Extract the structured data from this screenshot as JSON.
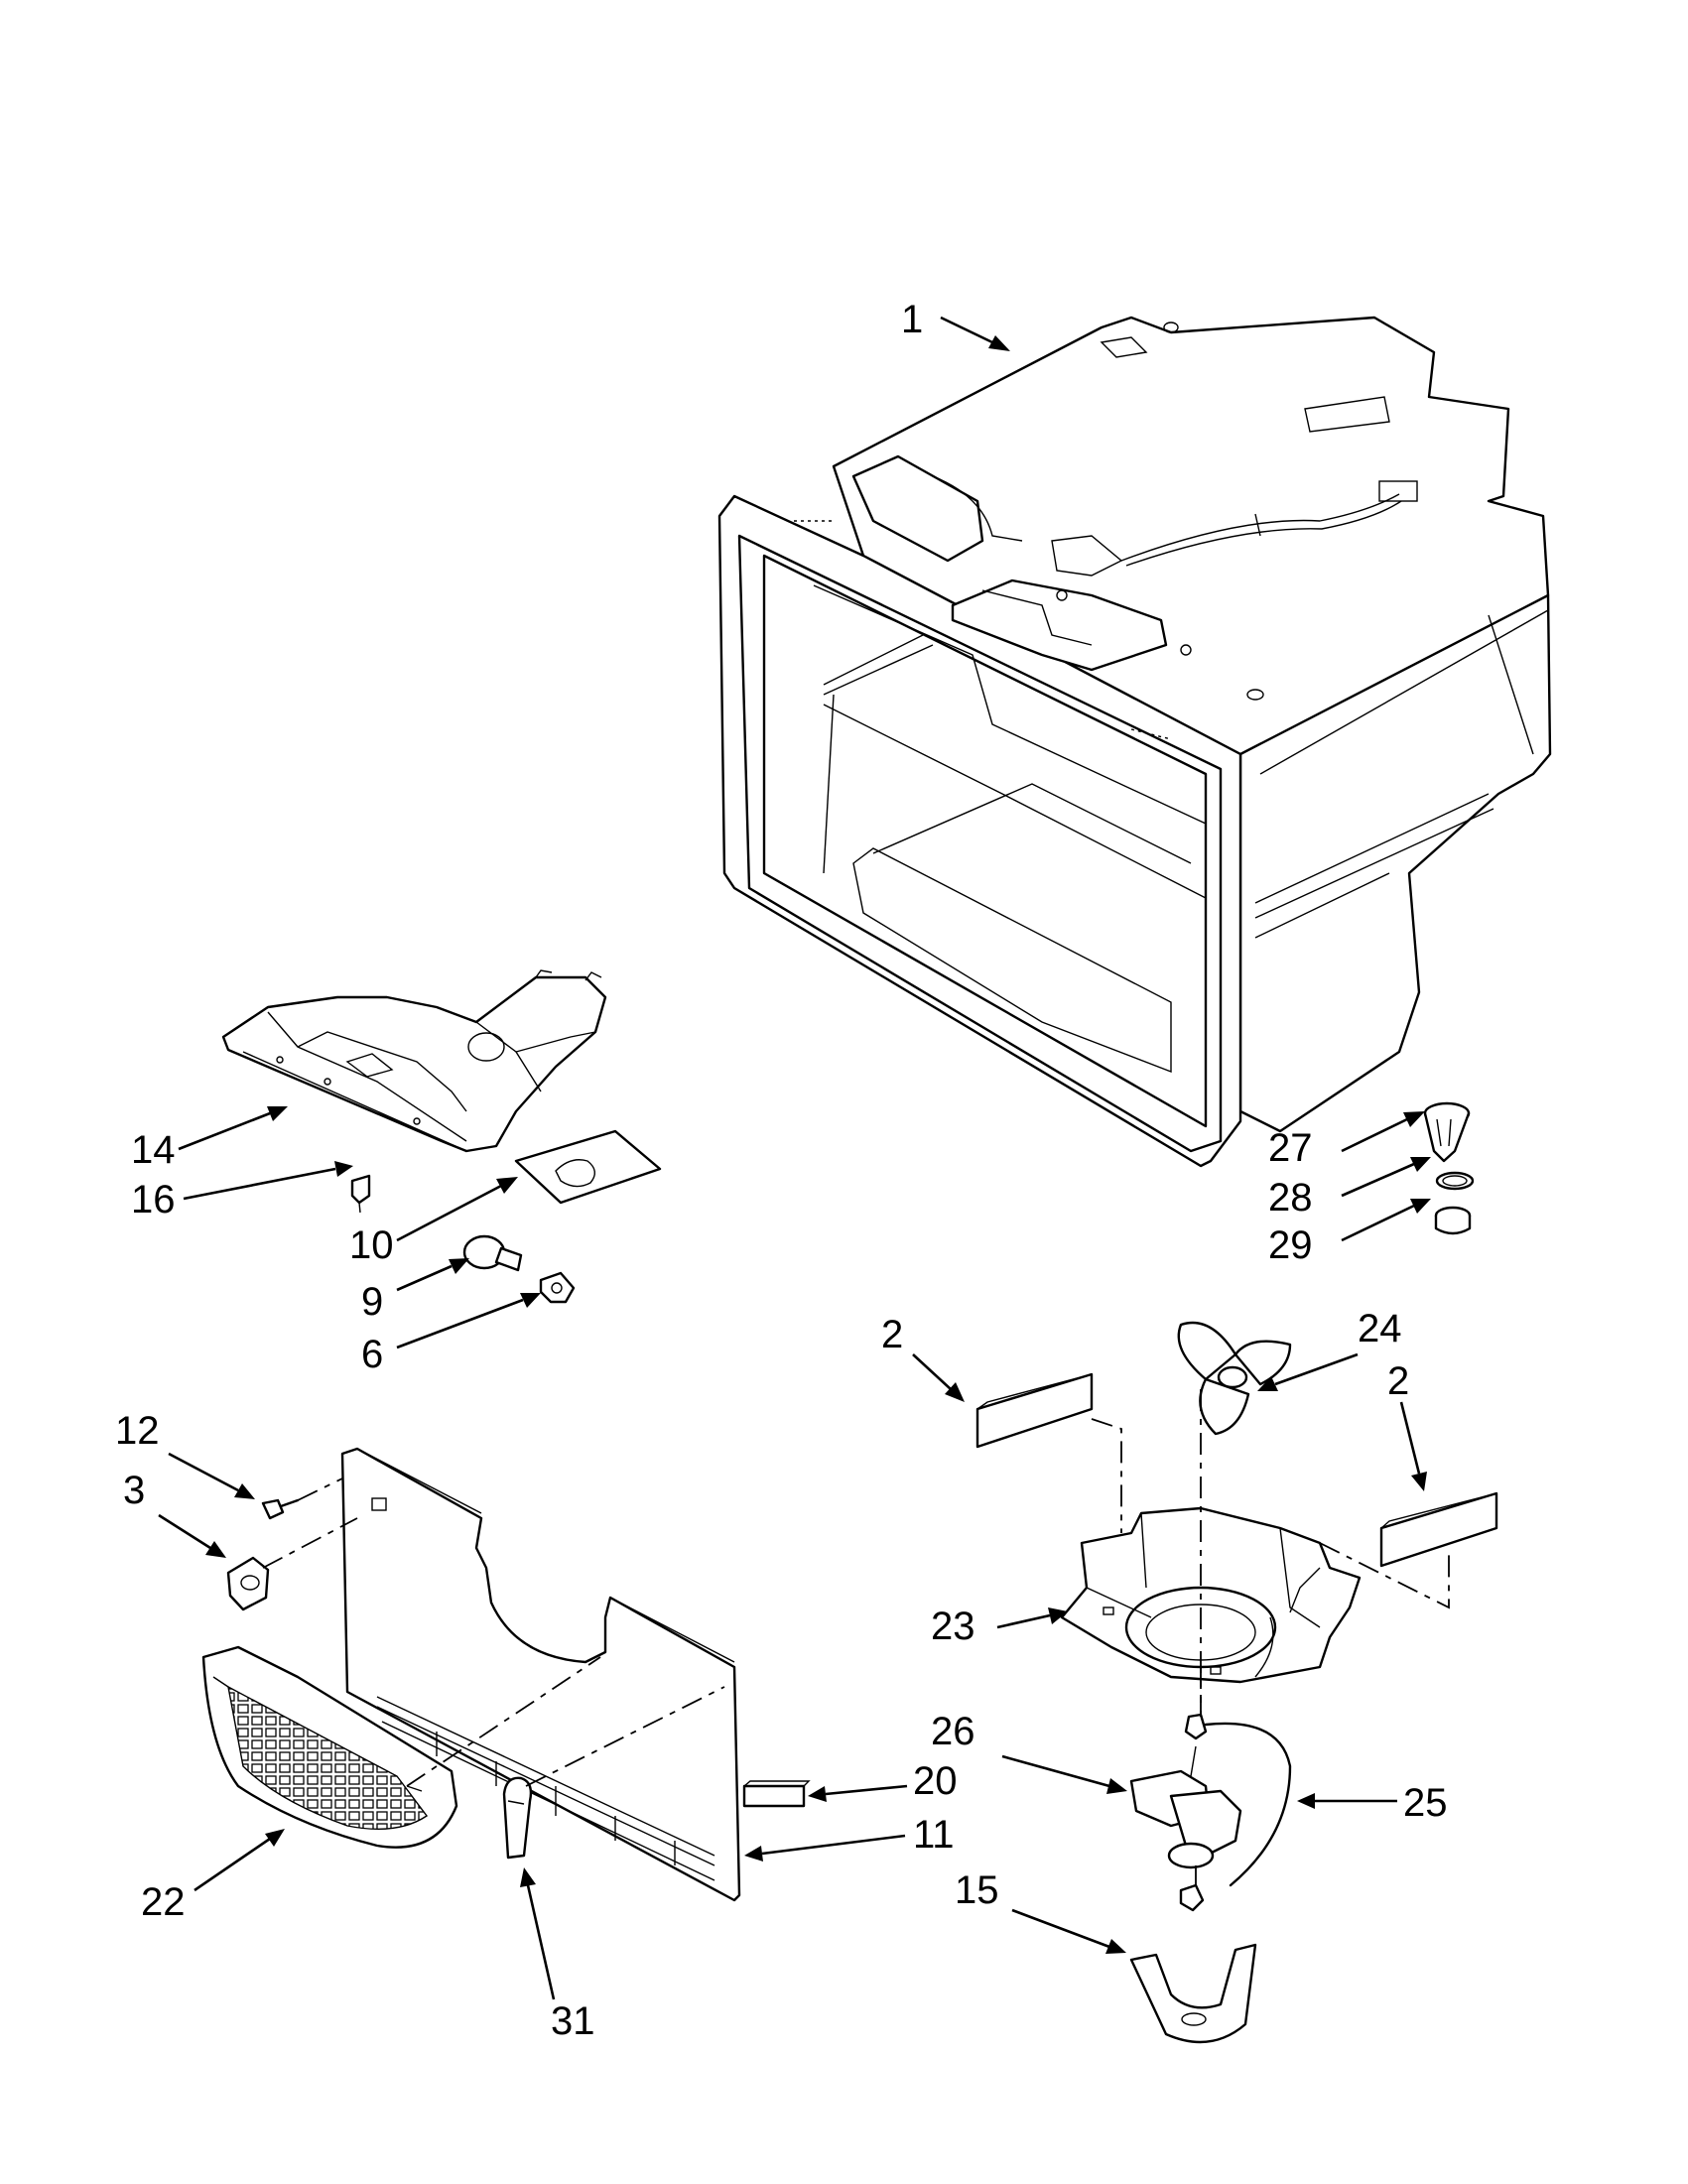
{
  "diagram": {
    "callouts": {
      "p1": "1",
      "p2a": "2",
      "p2b": "2",
      "p3": "3",
      "p6": "6",
      "p9": "9",
      "p10": "10",
      "p11": "11",
      "p12": "12",
      "p14": "14",
      "p15": "15",
      "p16": "16",
      "p20": "20",
      "p22": "22",
      "p23": "23",
      "p24": "24",
      "p25": "25",
      "p26": "26",
      "p27": "27",
      "p28": "28",
      "p29": "29",
      "p31": "31"
    }
  }
}
